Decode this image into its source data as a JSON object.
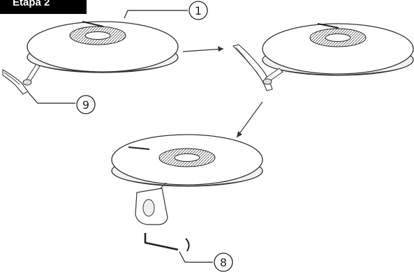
{
  "stage_label": "Etapa 2",
  "callouts": {
    "c1": "1",
    "c9": "9",
    "c8": "8"
  }
}
